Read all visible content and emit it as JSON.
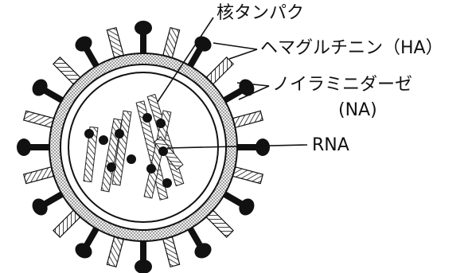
{
  "labels": {
    "nucleoprotein": "核タンパク",
    "hemagglutinin": "ヘマグルチニン（HA）",
    "neuraminidase": "ノイラミニダーゼ",
    "neuraminidase_abbr": "(NA)",
    "rna": "RNA"
  },
  "colors": {
    "ink": "#111111",
    "hatch": "#555555",
    "membrane": "#e6e6e6",
    "background": "#ffffff"
  }
}
